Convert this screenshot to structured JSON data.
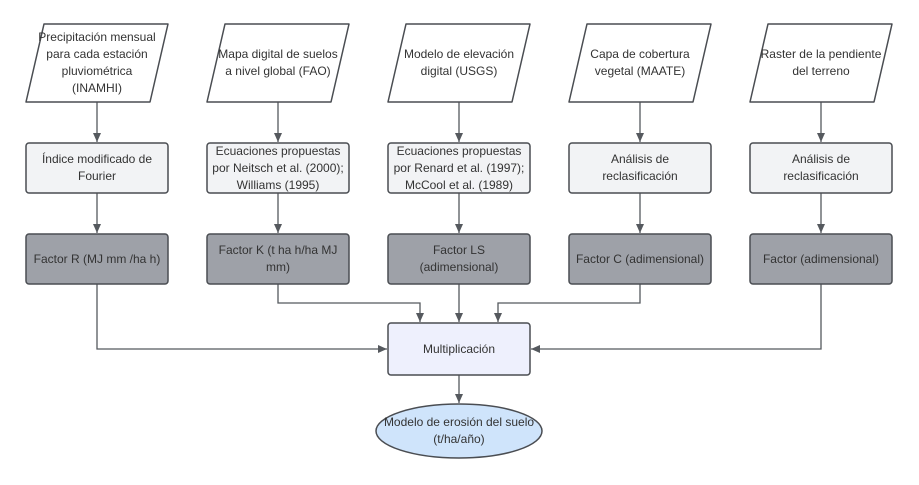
{
  "diagram": {
    "inputs": [
      "Precipitación mensual\npara cada estación\npluviométrica\n(INAMHI)",
      "Mapa digital de suelos\na nivel global (FAO)",
      "Modelo de elevación\ndigital (USGS)",
      "Capa de cobertura\nvegetal (MAATE)",
      "Raster de la pendiente\ndel terreno"
    ],
    "processes": [
      "Índice modificado de\nFourier",
      "Ecuaciones propuestas\npor Neitsch et al. (2000);\nWilliams (1995)",
      "Ecuaciones propuestas\npor Renard et al. (1997);\nMcCool et al. (1989)",
      "Análisis de\nreclasificación",
      "Análisis de\nreclasificación"
    ],
    "factors": [
      "Factor  R (MJ mm /ha h)",
      "Factor K (t ha h/ha MJ\nmm)",
      "Factor LS\n(adimensional)",
      "Factor C (adimensional)",
      "Factor (adimensional)"
    ],
    "combine": "Multiplicación",
    "output": "Modelo de erosión del suelo\n(t/ha/año)"
  },
  "colors": {
    "input_fill": "#ffffff",
    "process_fill": "#f2f3f5",
    "factor_fill": "#9ea1a8",
    "combine_fill": "#eef0fd",
    "output_fill": "#cfe4fb",
    "stroke": "#4a4d52",
    "arrow": "#55595e"
  }
}
